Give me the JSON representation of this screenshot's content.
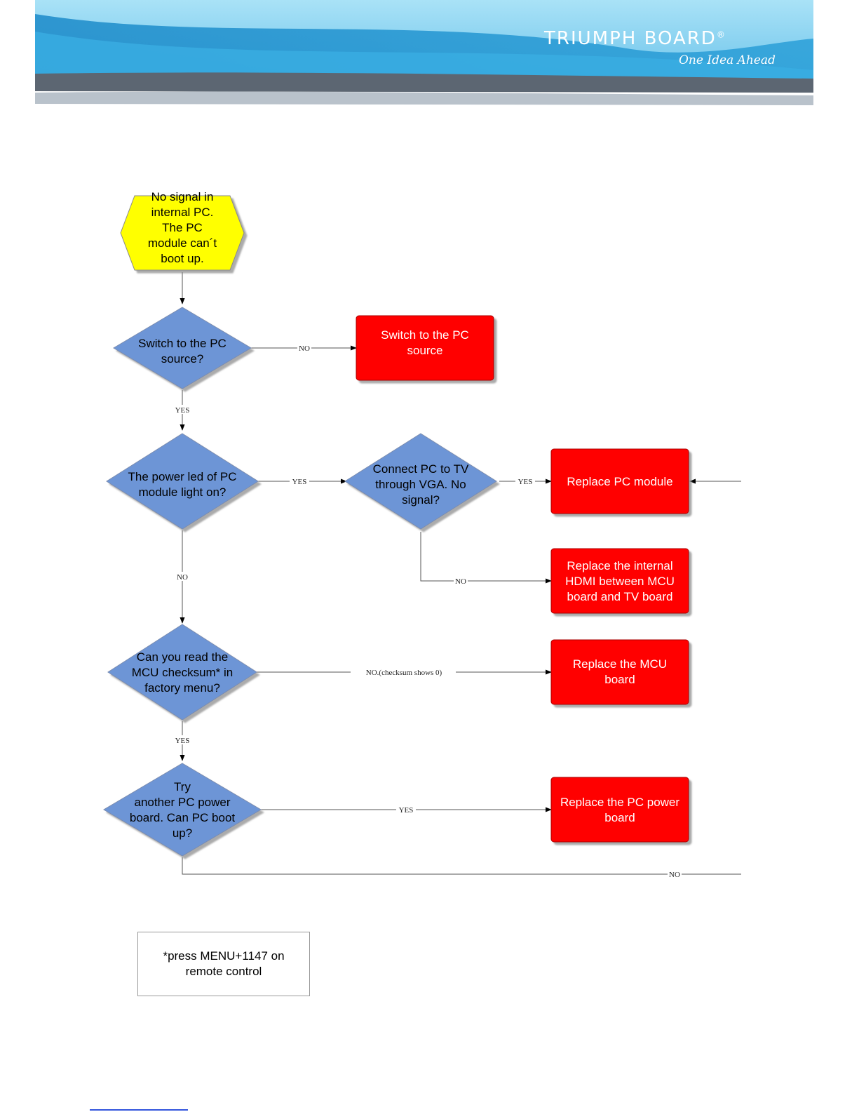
{
  "brand": {
    "name": "TRIUMPH BOARD",
    "mark": "®",
    "tagline": "One Idea Ahead"
  },
  "nodes": {
    "start": [
      "No signal in",
      "internal PC.",
      "The PC",
      "module can´t",
      "boot up."
    ],
    "d_source": [
      "Switch to the PC",
      "source?"
    ],
    "r_switch": [
      "Switch to the PC",
      "source"
    ],
    "d_led": [
      "The power led of PC",
      "module light on?"
    ],
    "d_vga": [
      "Connect PC to TV",
      "through VGA. No",
      "signal?"
    ],
    "r_pc_module": [
      "Replace PC module"
    ],
    "r_hdmi": [
      "Replace the internal",
      "HDMI between MCU",
      "board and TV board"
    ],
    "d_checksum": [
      "Can you read the",
      "MCU checksum* in",
      "factory menu?"
    ],
    "r_mcu": [
      "Replace the MCU",
      "board"
    ],
    "d_power": [
      "Try",
      "another PC power",
      "board. Can PC boot",
      "up?"
    ],
    "r_power": [
      "Replace the PC power",
      "board"
    ]
  },
  "edge_labels": {
    "source_no": "NO",
    "source_yes": "YES",
    "led_yes": "YES",
    "vga_yes": "YES",
    "vga_no": "NO",
    "led_no": "NO",
    "checksum_no": "NO.(checksum shows 0)",
    "checksum_yes": "YES",
    "power_yes": "YES",
    "power_no": "NO"
  },
  "note": "*press MENU+1147 on\nremote control",
  "colors": {
    "start": "#ffff00",
    "decision": "#6d95d6",
    "action": "#ff0000",
    "header_sky": "#8fd4f2",
    "header_gray": "#5c6672"
  }
}
